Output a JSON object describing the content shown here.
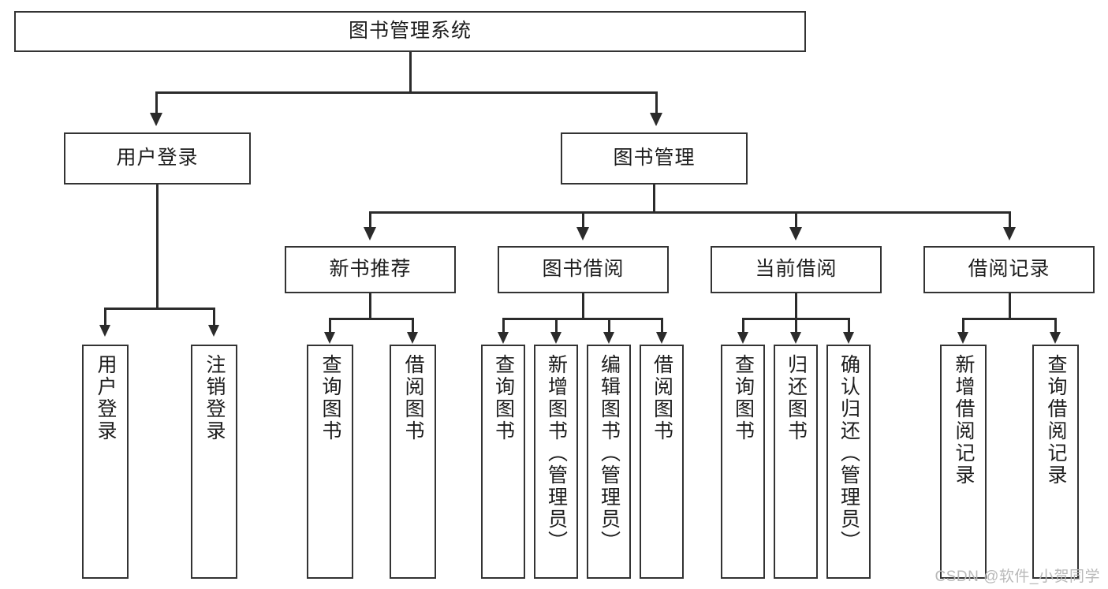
{
  "diagram": {
    "title": "图书管理系统",
    "type": "tree-hierarchy",
    "watermark": "CSDN @软件_小贺同学",
    "colors": {
      "stroke": "#333333",
      "connector": "#2b2b2b",
      "background": "#ffffff",
      "text": "#1d1d1d",
      "watermark": "#b9b9b9"
    }
  },
  "nodes": {
    "root": {
      "label": "图书管理系统"
    },
    "level2": [
      {
        "id": "user-login",
        "label": "用户登录"
      },
      {
        "id": "book-manage",
        "label": "图书管理"
      }
    ],
    "level3": [
      {
        "id": "new-book-recommend",
        "label": "新书推荐"
      },
      {
        "id": "book-borrow",
        "label": "图书借阅"
      },
      {
        "id": "current-borrow",
        "label": "当前借阅"
      },
      {
        "id": "borrow-record",
        "label": "借阅记录"
      }
    ],
    "leaves": {
      "user-login": [
        {
          "id": "leaf-user-login",
          "label": "用户登录"
        },
        {
          "id": "leaf-user-logout",
          "label": "注销登录"
        }
      ],
      "new-book-recommend": [
        {
          "id": "leaf-query-book-1",
          "label": "查询图书"
        },
        {
          "id": "leaf-borrow-book-1",
          "label": "借阅图书"
        }
      ],
      "book-borrow": [
        {
          "id": "leaf-query-book-2",
          "label": "查询图书"
        },
        {
          "id": "leaf-add-book",
          "label": "新增图书（管理员）"
        },
        {
          "id": "leaf-edit-book",
          "label": "编辑图书（管理员）"
        },
        {
          "id": "leaf-borrow-book-2",
          "label": "借阅图书"
        }
      ],
      "current-borrow": [
        {
          "id": "leaf-query-book-3",
          "label": "查询图书"
        },
        {
          "id": "leaf-return-book",
          "label": "归还图书"
        },
        {
          "id": "leaf-confirm-return",
          "label": "确认归还（管理员）"
        }
      ],
      "borrow-record": [
        {
          "id": "leaf-add-record",
          "label": "新增借阅记录"
        },
        {
          "id": "leaf-query-record",
          "label": "查询借阅记录"
        }
      ]
    }
  }
}
